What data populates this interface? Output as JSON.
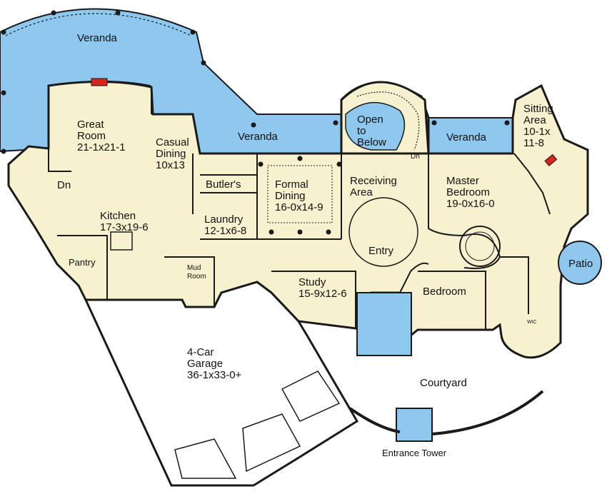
{
  "colors": {
    "floor": "#f8f1cf",
    "water_blue": "#8fc8ef",
    "wall": "#1a1a1a",
    "background": "#ffffff",
    "fireplace_red": "#d8241a"
  },
  "rooms": {
    "veranda_top": "Veranda",
    "veranda_middle": "Veranda",
    "veranda_right": "Veranda",
    "great_room": {
      "name1": "Great",
      "name2": "Room",
      "size": "21-1x21-1"
    },
    "casual_dining": {
      "name1": "Casual",
      "name2": "Dining",
      "size": "10x13"
    },
    "open_to_below": {
      "l1": "Open",
      "l2": "to",
      "l3": "Below"
    },
    "dn_left": "Dn",
    "dn_stair": "Dn",
    "butlers": "Butler's",
    "formal_dining": {
      "name1": "Formal",
      "name2": "Dining",
      "size": "16-0x14-9"
    },
    "receiving_area": {
      "name1": "Receiving",
      "name2": "Area"
    },
    "master_bedroom": {
      "name1": "Master",
      "name2": "Bedroom",
      "size": "19-0x16-0"
    },
    "sitting_area": {
      "name1": "Sitting",
      "name2": "Area",
      "size1": "10-1x",
      "size2": "11-8"
    },
    "kitchen": {
      "name": "Kitchen",
      "size": "17-3x19-6"
    },
    "laundry": {
      "name": "Laundry",
      "size": "12-1x6-8"
    },
    "pantry": "Pantry",
    "mud_room": {
      "name1": "Mud",
      "name2": "Room"
    },
    "entry": "Entry",
    "study": {
      "name": "Study",
      "size": "15-9x12-6"
    },
    "bedroom": "Bedroom",
    "patio": "Patio",
    "wic": "WIC",
    "garage": {
      "name1": "4-Car",
      "name2": "Garage",
      "size": "36-1x33-0+"
    },
    "courtyard": "Courtyard",
    "entrance_tower": "Entrance Tower"
  }
}
